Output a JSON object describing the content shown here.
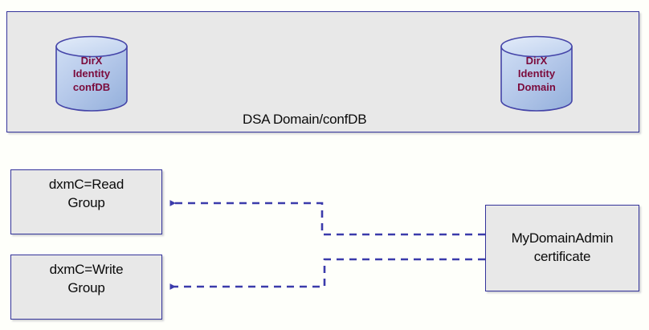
{
  "diagram": {
    "background_color": "#fefffa",
    "box_fill": "#e8e8e8",
    "box_border": "#33339a",
    "connector_color": "#3b3bab",
    "cylinder_text_color": "#7b0b3c",
    "cylinder_fill_top": "#ccdcf2",
    "cylinder_fill_bottom": "#9db7e0"
  },
  "top_panel": {
    "caption": "DSA Domain/confDB",
    "cylinders": [
      {
        "id": "confdb",
        "lines": [
          "DirX",
          "Identity",
          "confDB"
        ],
        "label": "DirX Identity confDB"
      },
      {
        "id": "domain",
        "lines": [
          "DirX",
          "Identity",
          "Domain"
        ],
        "label": "DirX Identity Domain"
      }
    ]
  },
  "boxes": {
    "read_group": {
      "lines": [
        "dxmC=Read",
        "Group"
      ],
      "label": "dxmC=Read Group"
    },
    "write_group": {
      "lines": [
        "dxmC=Write",
        "Group"
      ],
      "label": "dxmC=Write Group"
    },
    "certificate": {
      "lines": [
        "MyDomainAdmin",
        "certificate"
      ],
      "label": "MyDomainAdmin certificate"
    }
  },
  "connectors": [
    {
      "id": "cert-to-read",
      "from": "certificate",
      "to": "read_group",
      "style": "dashed",
      "arrow": "to-read-group"
    },
    {
      "id": "cert-to-write",
      "from": "certificate",
      "to": "write_group",
      "style": "dashed",
      "arrow": "to-write-group"
    }
  ]
}
